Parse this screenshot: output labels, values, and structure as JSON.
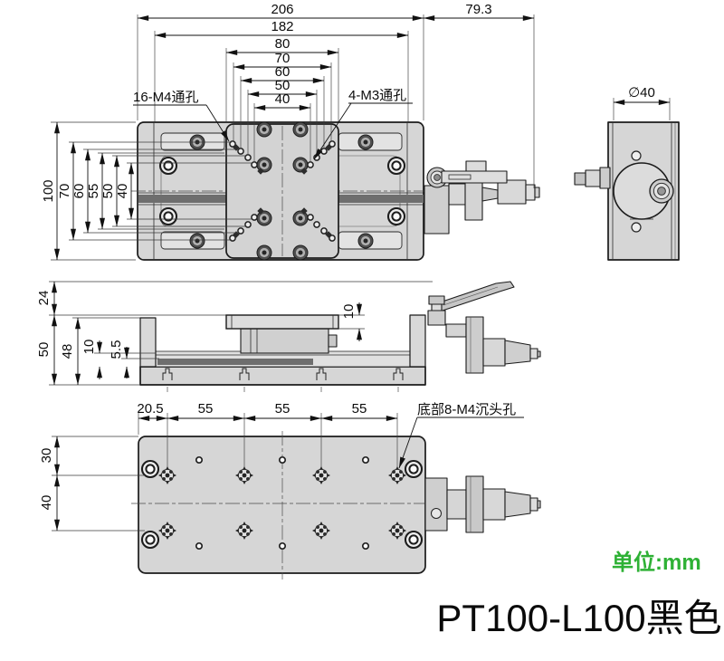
{
  "title": "PT100-L100黑色",
  "units_label": "单位:mm",
  "colors": {
    "accent_green": "#2eb135",
    "line": "#1b1b1b",
    "body_fill": "#d6d6d6"
  },
  "views": {
    "top": {
      "dims_h": [
        "206",
        "182",
        "80",
        "70",
        "60",
        "50",
        "40"
      ],
      "dim_offset": "79.3",
      "dims_v": [
        "100",
        "70",
        "60",
        "55",
        "50",
        "40"
      ],
      "label_m4": "16-M4通孔",
      "label_m3": "4-M3通孔"
    },
    "end": {
      "dim_dia": "∅40"
    },
    "side": {
      "dim_lever_height": "24",
      "dim_total_height": "50",
      "dim_base_height": "48",
      "dim_rail_height": "10",
      "dim_step": "5.5",
      "dim_plate_thickness": "10"
    },
    "bottom": {
      "dim_edge": "20.5",
      "dims_spacing": [
        "55",
        "55",
        "55"
      ],
      "dim_row_offset": "30",
      "dim_row_spacing": "40",
      "label_holes": "底部8-M4沉头孔"
    }
  }
}
